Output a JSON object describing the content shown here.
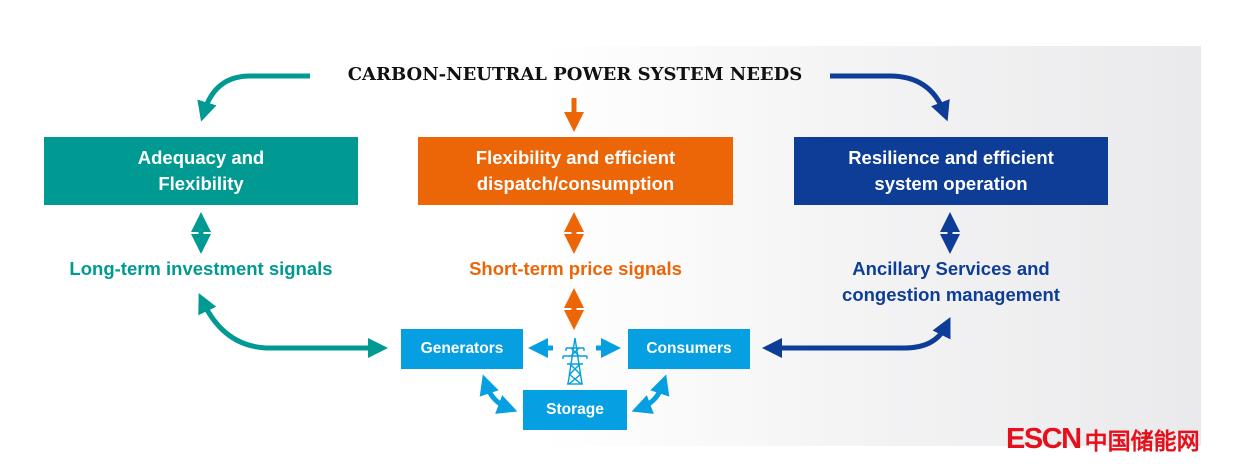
{
  "diagram": {
    "title": "CARBON-NEUTRAL POWER SYSTEM NEEDS",
    "needs": [
      {
        "line1": "Adequacy and",
        "line2": "Flexibility",
        "color": "#009a93"
      },
      {
        "line1": "Flexibility and efficient",
        "line2": "dispatch/consumption",
        "color": "#ec6608"
      },
      {
        "line1": "Resilience and efficient",
        "line2": "system operation",
        "color": "#0d3d96"
      }
    ],
    "signals": [
      {
        "line1": "Long-term investment signals",
        "line2": ""
      },
      {
        "line1": "Short-term price signals",
        "line2": ""
      },
      {
        "line1": "Ancillary Services and",
        "line2": "congestion management"
      }
    ],
    "nodes": {
      "generators": "Generators",
      "consumers": "Consumers",
      "storage": "Storage",
      "grid_icon": "transmission-tower-icon",
      "color": "#069fe1"
    }
  },
  "watermark": {
    "latin": "ESCN",
    "chinese": "中国储能网",
    "color": "#e5101b"
  }
}
